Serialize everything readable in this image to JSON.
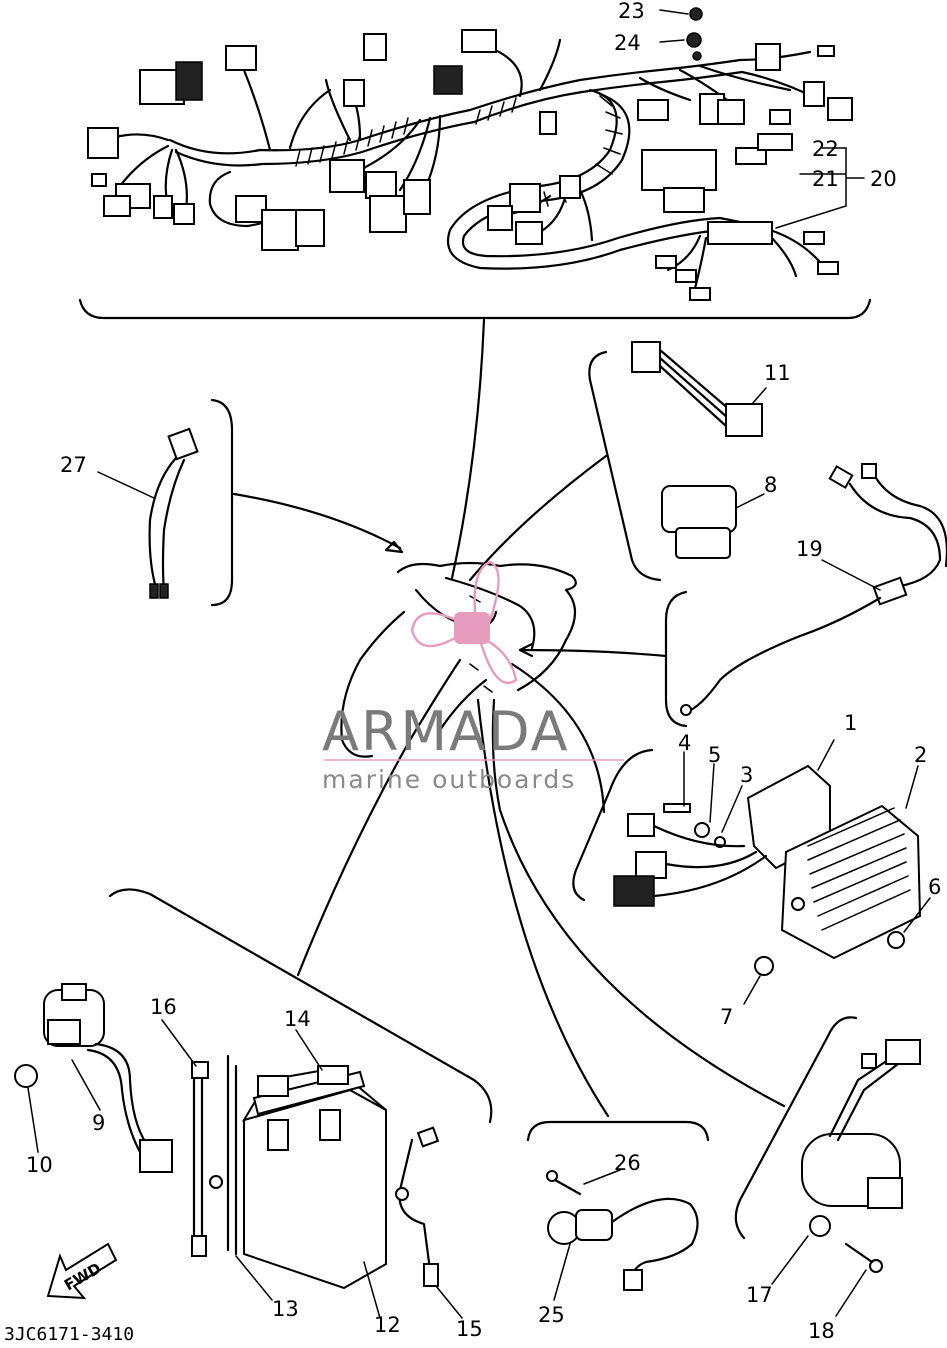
{
  "watermark": {
    "brand": "ARMADA",
    "tagline": "marine outboards",
    "logo_color": "#e79bbd"
  },
  "diagram_code": "3JC6171-3410",
  "direction_label": "FWD",
  "callouts": {
    "c1": "1",
    "c2": "2",
    "c3": "3",
    "c4": "4",
    "c5": "5",
    "c6": "6",
    "c7": "7",
    "c8": "8",
    "c9": "9",
    "c10": "10",
    "c11": "11",
    "c12": "12",
    "c13": "13",
    "c14": "14",
    "c15": "15",
    "c16": "16",
    "c17": "17",
    "c18": "18",
    "c19": "19",
    "c20": "20",
    "c21": "21",
    "c22": "22",
    "c23": "23",
    "c24": "24",
    "c25": "25",
    "c26": "26",
    "c27": "27"
  }
}
